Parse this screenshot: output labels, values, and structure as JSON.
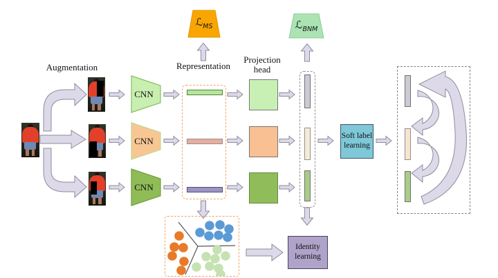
{
  "figure": {
    "labels": {
      "augmentation": "Augmentation",
      "representation": "Representation",
      "projection_head": "Projection head"
    },
    "cnn_label": "CNN",
    "losses": {
      "ms": {
        "symbol": "ℒ",
        "subscript": "MS"
      },
      "bnm": {
        "symbol": "ℒ",
        "subscript": "BNM"
      }
    },
    "boxes": {
      "soft_label": "Soft label learning",
      "identity": "Identity learning"
    },
    "colors": {
      "loss_ms_fill": "#F9A602",
      "loss_bnm_fill": "#ABE3B3",
      "arrow_fill": "#DDD9E8",
      "cnn_top_fill": "#C8EFAF",
      "cnn_mid_fill": "#F8C693",
      "cnn_bottom_fill": "#90BC57",
      "rep_bar_green": "#B5E699",
      "rep_bar_salmon": "#E9AD9E",
      "rep_bar_purple": "#9C92C4",
      "proj_green_light": "#C9F0B4",
      "proj_peach": "#F8C093",
      "proj_green_dark": "#90BC5A",
      "embed_gray": "#CBCBD6",
      "embed_cream": "#F7EAD8",
      "embed_peach": "#F9E4CF",
      "embed_green": "#A9CD87",
      "soft_label_fill": "#7EC8D8",
      "identity_fill": "#B0A3C9",
      "dashed_orange": "#F2A469",
      "dashed_gray": "#909090"
    },
    "clusters": {
      "dot_radius": 6.8,
      "groups": {
        "orange": {
          "color": "#E87A28",
          "points": [
            [
              20,
              28
            ],
            [
              13,
              44
            ],
            [
              26,
              45
            ],
            [
              10,
              57
            ],
            [
              27,
              65
            ],
            [
              23,
              78
            ]
          ]
        },
        "blue": {
          "color": "#5B9BD5",
          "points": [
            [
              50,
              23
            ],
            [
              64,
              13
            ],
            [
              79,
              12
            ],
            [
              92,
              18
            ],
            [
              63,
              28
            ],
            [
              77,
              27
            ],
            [
              90,
              30
            ]
          ]
        },
        "green": {
          "color": "#C6E2B2",
          "points": [
            [
              75,
              48
            ],
            [
              59,
              58
            ],
            [
              72,
              61
            ],
            [
              87,
              57
            ],
            [
              45,
              73
            ],
            [
              64,
              72
            ],
            [
              77,
              75
            ],
            [
              80,
              84
            ]
          ]
        }
      }
    }
  }
}
